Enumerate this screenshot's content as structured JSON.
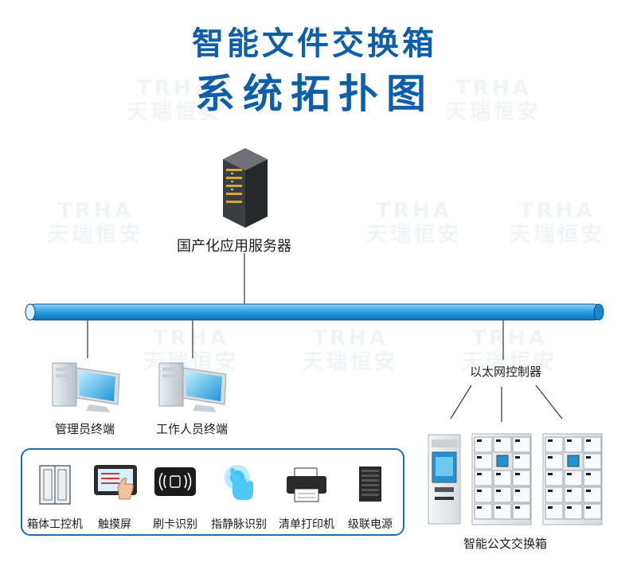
{
  "title": {
    "line1": "智能文件交换箱",
    "line2": "系统拓扑图"
  },
  "watermark": {
    "line1": "TRHA",
    "line2": "天瑞恒安"
  },
  "server": {
    "label": "国产化应用服务器"
  },
  "terminals": [
    {
      "label": "管理员终端"
    },
    {
      "label": "工作人员终端"
    }
  ],
  "controller": {
    "label": "以太网控制器"
  },
  "cabinet": {
    "label": "智能公文交换箱"
  },
  "components": [
    {
      "label": "箱体工控机",
      "icon": "control-cabinet-icon"
    },
    {
      "label": "触摸屏",
      "icon": "touchscreen-icon"
    },
    {
      "label": "刷卡识别",
      "icon": "card-reader-icon"
    },
    {
      "label": "指静脉识别",
      "icon": "finger-vein-icon"
    },
    {
      "label": "清单打印机",
      "icon": "printer-icon"
    },
    {
      "label": "级联电源",
      "icon": "power-supply-icon"
    }
  ],
  "colors": {
    "title": "#0f5fa8",
    "bus": "#2ea3e6",
    "panel_border": "#1d6fae"
  }
}
